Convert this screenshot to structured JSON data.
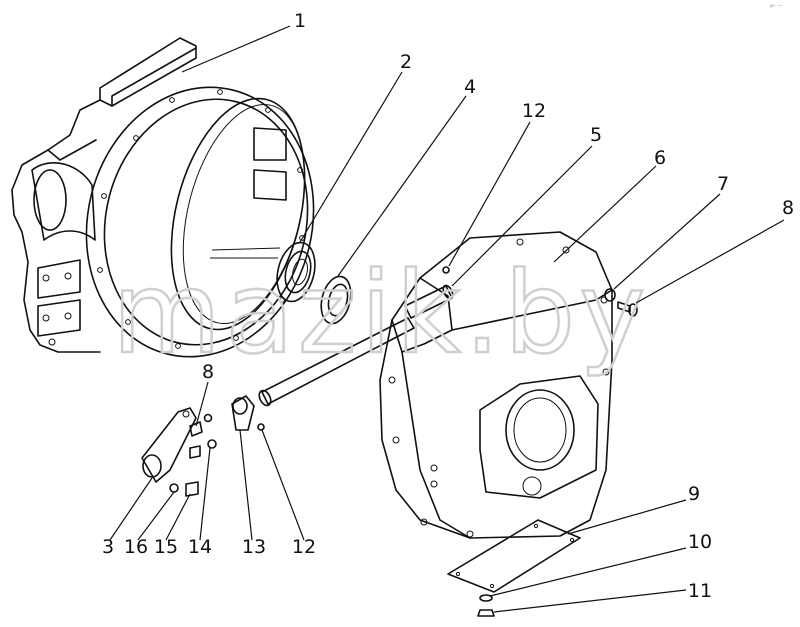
{
  "watermark": "mazik.by",
  "corner_mark": "д-- ----",
  "callouts": {
    "c1": "1",
    "c2": "2",
    "c4": "4",
    "c12a": "12",
    "c5": "5",
    "c6": "6",
    "c7": "7",
    "c8a": "8",
    "c8b": "8",
    "c9": "9",
    "c10": "10",
    "c11": "11",
    "c3": "3",
    "c16": "16",
    "c15": "15",
    "c14": "14",
    "c13": "13",
    "c12b": "12"
  }
}
